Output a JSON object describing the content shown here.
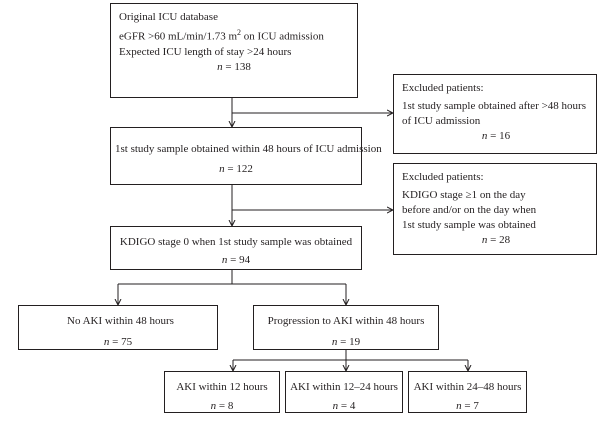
{
  "boxes": {
    "original": {
      "line1": "Original ICU database",
      "line2_prefix": "eGFR >60 mL/min/1.73 m",
      "line2_sup": "2",
      "line2_suffix": " on ICU admission",
      "line3": "Expected ICU length of stay >24 hours",
      "n": "138"
    },
    "excluded1": {
      "title": "Excluded patients:",
      "line1": "1st study sample obtained after >48 hours",
      "line2": "of ICU admission",
      "n": "16"
    },
    "within48": {
      "line1": "1st study sample obtained within 48 hours of ICU admission",
      "n": "122"
    },
    "excluded2": {
      "title": "Excluded patients:",
      "line1": "KDIGO stage ≥1 on the day",
      "line2": "before and/or on the day when",
      "line3": "1st study sample was obtained",
      "n": "28"
    },
    "kdigo0": {
      "line1": "KDIGO stage 0 when 1st study sample was obtained",
      "n": "94"
    },
    "noaki": {
      "line1": "No AKI within 48 hours",
      "n": "75"
    },
    "progression": {
      "line1": "Progression to AKI within 48 hours",
      "n": "19"
    },
    "aki12": {
      "line1": "AKI within 12 hours",
      "n": "8"
    },
    "aki1224": {
      "line1": "AKI within 12–24 hours",
      "n": "4"
    },
    "aki2448": {
      "line1": "AKI within 24–48 hours",
      "n": "7"
    }
  },
  "n_label": "n",
  "n_eq": " = ",
  "colors": {
    "line": "#231f20",
    "background": "#ffffff"
  }
}
